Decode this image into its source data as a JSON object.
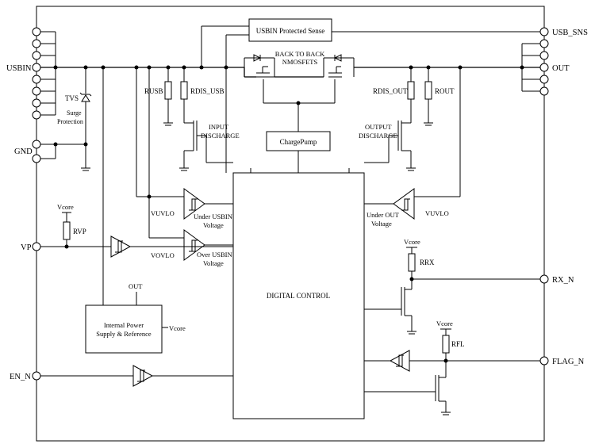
{
  "pins": {
    "usbin": "USBIN",
    "gnd": "GND",
    "vp": "VP",
    "en_n": "EN_N",
    "usb_sns": "USB_SNS",
    "out": "OUT",
    "rx_n": "RX_N",
    "flag_n": "FLAG_N"
  },
  "blocks": {
    "usbin_sense": "USBIN Protected Sense",
    "back_to_back_line1": "BACK TO BACK",
    "back_to_back_line2": "NMOSFETS",
    "charge_pump": "ChargePump",
    "digital_control": "DIGITAL CONTROL",
    "power_supply_line1": "Internal Power",
    "power_supply_line2": "Supply & Reference",
    "power_supply_out": "OUT",
    "power_supply_vcore": "Vcore"
  },
  "components": {
    "tvs": "TVS",
    "surge_line1": "Surge",
    "surge_line2": "Protection",
    "rusb": "RUSB",
    "rdis_usb": "RDIS_USB",
    "rdis_out": "RDIS_OUT",
    "rout": "ROUT",
    "input_discharge_line1": "INPUT",
    "input_discharge_line2": "DISCHARGE",
    "output_discharge_line1": "OUTPUT",
    "output_discharge_line2": "DISCHARGE",
    "rvp": "RVP",
    "rrx": "RRX",
    "rfl": "RFL",
    "vcore_vp": "Vcore",
    "vcore_rx": "Vcore",
    "vcore_fl": "Vcore"
  },
  "comparators": {
    "uvlo_ref": "VUVLO",
    "uvlo_line1": "Under USBIN",
    "uvlo_line2": "Voltage",
    "ovlo_ref": "VOVLO",
    "ovlo_line1": "Over USBIN",
    "ovlo_line2": "Voltage",
    "out_uvlo_ref": "VUVLO",
    "out_uvlo_line1": "Under OUT",
    "out_uvlo_line2": "Voltage"
  }
}
